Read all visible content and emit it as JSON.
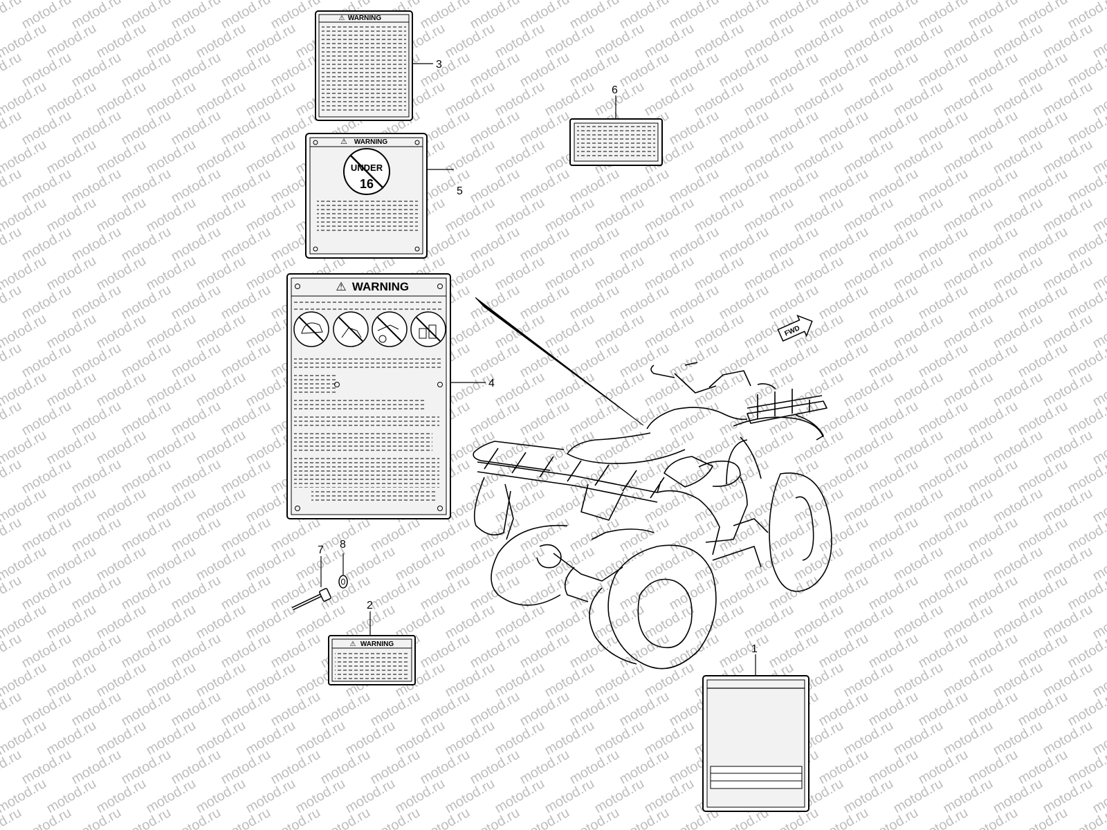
{
  "watermark": {
    "text": "motod.ru",
    "color": "#bdbdbd"
  },
  "label_3": {
    "callout": "3",
    "header": "WARNING"
  },
  "label_5": {
    "callout": "5",
    "header": "WARNING",
    "badge_top": "UNDER",
    "badge_bottom": "16"
  },
  "label_6": {
    "callout": "6"
  },
  "label_4": {
    "callout": "4",
    "header": "WARNING"
  },
  "fwd_arrow": {
    "text": "FWD"
  },
  "rivet": {
    "callout": "7"
  },
  "washer": {
    "callout": "8"
  },
  "label_2": {
    "callout": "2",
    "header": "WARNING"
  },
  "label_1": {
    "callout": "1"
  },
  "colors": {
    "line": "#000000",
    "background": "#ffffff",
    "label_fill": "#f2f2f2"
  }
}
